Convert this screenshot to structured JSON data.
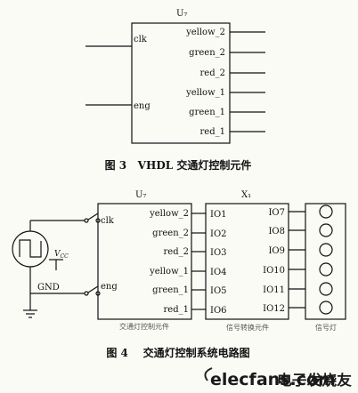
{
  "fig3": {
    "component": "U₇",
    "inputs": [
      "clk",
      "eng"
    ],
    "outputs": [
      "yellow_2",
      "green_2",
      "red_2",
      "yellow_1",
      "green_1",
      "red_1"
    ],
    "caption": "图 3   VHDL 交通灯控制元件"
  },
  "fig4": {
    "component": "U₇",
    "component_label": "交通灯控制元件",
    "converter": "X₁",
    "converter_label": "信号转换元件",
    "converter_inputs": [
      "IO1",
      "IO2",
      "IO3",
      "IO4",
      "IO5",
      "IO6"
    ],
    "converter_outputs": [
      "IO7",
      "IO8",
      "IO9",
      "IO10",
      "IO11",
      "IO12"
    ],
    "lights_label": "信号灯",
    "vcc": "V",
    "vcc_sub": "CC",
    "gnd": "GND",
    "caption": "图 4    交通灯控制系统电路图"
  },
  "watermark": {
    "site": "elecfans.com",
    "name": "电子发烧友"
  }
}
